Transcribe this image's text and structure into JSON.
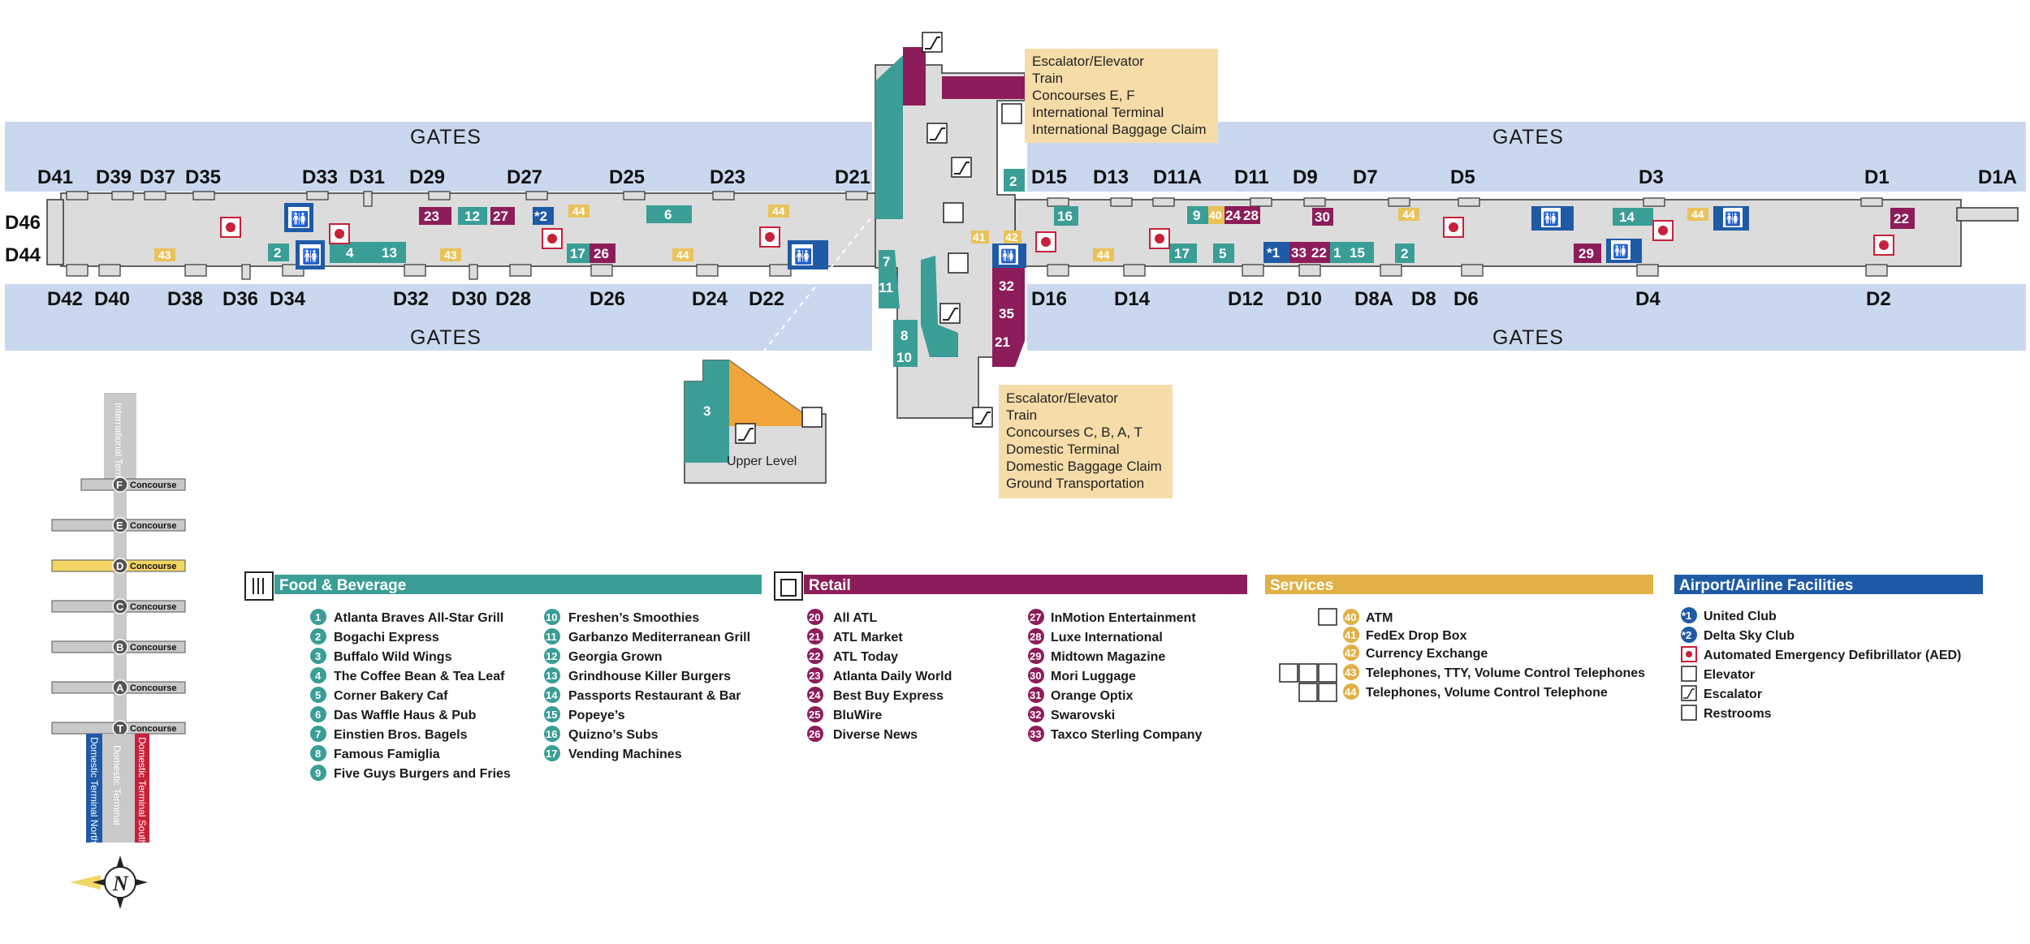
{
  "gate_bands": {
    "top_left": "GATES",
    "top_right": "GATES",
    "bottom_left": "GATES",
    "bottom_right": "GATES"
  },
  "gates_top": [
    "D41",
    "D39",
    "D37",
    "D35",
    "D33",
    "D31",
    "D29",
    "D27",
    "D25",
    "D23",
    "D21",
    "D15",
    "D13",
    "D11A",
    "D11",
    "D9",
    "D7",
    "D5",
    "D3",
    "D1",
    "D1A"
  ],
  "gates_bottom": [
    "D42",
    "D40",
    "D38",
    "D36",
    "D34",
    "D32",
    "D30",
    "D28",
    "D26",
    "D24",
    "D22",
    "D16",
    "D14",
    "D12",
    "D10",
    "D8A",
    "D8",
    "D6",
    "D4",
    "D2"
  ],
  "gates_left": [
    "D46",
    "D44"
  ],
  "info_top": [
    "Escalator/Elevator",
    "Train",
    "Concourses E, F",
    "International Terminal",
    "International Baggage Claim"
  ],
  "info_bottom": [
    "Escalator/Elevator",
    "Train",
    "Concourses C, B, A, T",
    "Domestic Terminal",
    "Domestic Baggage Claim",
    "Ground Transportation"
  ],
  "upper_level": "Upper Level",
  "locator": {
    "international_terminal": "International Terminal",
    "concourses": [
      {
        "letter": "F",
        "label": "Concourse"
      },
      {
        "letter": "E",
        "label": "Concourse"
      },
      {
        "letter": "D",
        "label": "Concourse"
      },
      {
        "letter": "C",
        "label": "Concourse"
      },
      {
        "letter": "B",
        "label": "Concourse"
      },
      {
        "letter": "A",
        "label": "Concourse"
      },
      {
        "letter": "T",
        "label": "Concourse"
      }
    ],
    "domestic_terminal": "Domestic Terminal",
    "domestic_north": "Domestic Terminal North",
    "domestic_south": "Domestic Terminal South",
    "compass": "N"
  },
  "legend": {
    "food": {
      "title": "Food & Beverage",
      "items": [
        {
          "n": "1",
          "label": "Atlanta Braves All-Star Grill"
        },
        {
          "n": "2",
          "label": "Bogachi Express"
        },
        {
          "n": "3",
          "label": "Buffalo Wild Wings"
        },
        {
          "n": "4",
          "label": "The Coffee Bean & Tea Leaf"
        },
        {
          "n": "5",
          "label": "Corner Bakery Caf"
        },
        {
          "n": "6",
          "label": "Das Waffle Haus & Pub"
        },
        {
          "n": "7",
          "label": "Einstien Bros. Bagels"
        },
        {
          "n": "8",
          "label": "Famous Famiglia"
        },
        {
          "n": "9",
          "label": "Five Guys Burgers and Fries"
        },
        {
          "n": "10",
          "label": "Freshen’s Smoothies"
        },
        {
          "n": "11",
          "label": "Garbanzo Mediterranean Grill"
        },
        {
          "n": "12",
          "label": "Georgia Grown"
        },
        {
          "n": "13",
          "label": "Grindhouse Killer Burgers"
        },
        {
          "n": "14",
          "label": "Passports Restaurant & Bar"
        },
        {
          "n": "15",
          "label": "Popeye’s"
        },
        {
          "n": "16",
          "label": "Quizno’s Subs"
        },
        {
          "n": "17",
          "label": "Vending Machines"
        }
      ]
    },
    "retail": {
      "title": "Retail",
      "items": [
        {
          "n": "20",
          "label": "All ATL"
        },
        {
          "n": "21",
          "label": "ATL Market"
        },
        {
          "n": "22",
          "label": "ATL Today"
        },
        {
          "n": "23",
          "label": "Atlanta Daily World"
        },
        {
          "n": "24",
          "label": "Best Buy Express"
        },
        {
          "n": "25",
          "label": "BluWire"
        },
        {
          "n": "26",
          "label": "Diverse News"
        },
        {
          "n": "27",
          "label": "InMotion Entertainment"
        },
        {
          "n": "28",
          "label": "Luxe International"
        },
        {
          "n": "29",
          "label": "Midtown Magazine"
        },
        {
          "n": "30",
          "label": "Mori Luggage"
        },
        {
          "n": "31",
          "label": "Orange Optix"
        },
        {
          "n": "32",
          "label": "Swarovski"
        },
        {
          "n": "33",
          "label": "Taxco Sterling Company"
        }
      ]
    },
    "services": {
      "title": "Services",
      "items": [
        {
          "n": "40",
          "label": "ATM"
        },
        {
          "n": "41",
          "label": "FedEx Drop Box"
        },
        {
          "n": "42",
          "label": "Currency Exchange"
        },
        {
          "n": "43",
          "label": "Telephones, TTY, Volume Control Telephones"
        },
        {
          "n": "44",
          "label": "Telephones, Volume Control Telephone"
        }
      ]
    },
    "facilities": {
      "title": "Airport/Airline Facilities",
      "items": [
        {
          "n": "*1",
          "label": "United Club"
        },
        {
          "n": "*2",
          "label": "Delta Sky Club"
        },
        {
          "n": "aed",
          "label": "Automated Emergency Defibrillator (AED)"
        },
        {
          "n": "elev",
          "label": "Elevator"
        },
        {
          "n": "esc",
          "label": "Escalator"
        },
        {
          "n": "rest",
          "label": "Restrooms"
        }
      ]
    }
  },
  "colors": {
    "food": "#3a9e96",
    "retail": "#8d1d5a",
    "services": "#e1b046",
    "facilities": "#1f5aa6",
    "gate_band": "#c9d8ee",
    "floor": "#dcdcdc",
    "info": "#f5dca8",
    "concourse_d": "#f2d563"
  },
  "icons": [
    "escalator-icon",
    "elevator-icon",
    "restroom-icon",
    "aed-icon",
    "compass-icon",
    "food-icon",
    "retail-icon"
  ]
}
